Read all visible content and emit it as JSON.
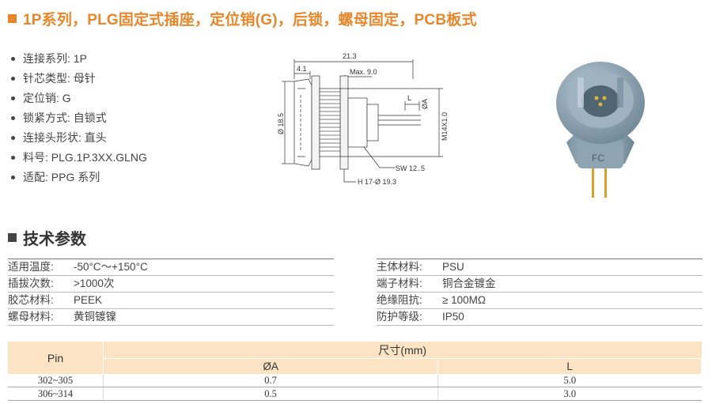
{
  "header": {
    "title": "1P系列，PLG固定式插座，定位销(G)，后锁，螺母固定，PCB板式"
  },
  "features": [
    "连接系列: 1P",
    "针芯类型: 母针",
    "定位销: G",
    "锁紧方式: 自锁式",
    "连接头形状: 直头",
    "料号: PLG.1P.3XX.GLNG",
    "适配: PPG 系列"
  ],
  "drawing": {
    "dim_overall": "21.3",
    "dim_front": "4.1",
    "dim_max": "Max. 9.0",
    "dim_dia": "Ø 18.5",
    "dim_L": "L",
    "dim_A": "ØA",
    "dim_thread": "M14X1.0",
    "dim_sw": "SW 12..5",
    "dim_hex": "H 17-Ø 19.3"
  },
  "photo": {
    "marking": "FC"
  },
  "section": {
    "title": "技术参数"
  },
  "params_left": [
    {
      "key": "适用温度:",
      "value": "-50°C～+150°C"
    },
    {
      "key": "插拔次数:",
      "value": ">1000次"
    },
    {
      "key": "胶芯材料:",
      "value": "PEEK"
    },
    {
      "key": "螺母材料:",
      "value": "黄铜镀镍"
    }
  ],
  "params_right": [
    {
      "key": "主体材料:",
      "value": "PSU"
    },
    {
      "key": "端子材料:",
      "value": "铜合金镀金"
    },
    {
      "key": "绝缘阻抗:",
      "value": "≥ 100MΩ"
    },
    {
      "key": "防护等级:",
      "value": "IP50"
    }
  ],
  "pin_table": {
    "pin_header": "Pin",
    "size_header": "尺寸(mm)",
    "col_a": "ØA",
    "col_l": "L",
    "rows": [
      {
        "pin": "302~305",
        "a": "0.7",
        "l": "5.0"
      },
      {
        "pin": "306~314",
        "a": "0.5",
        "l": "3.0"
      }
    ]
  },
  "colors": {
    "accent": "#e8862a",
    "table_header": "#fbe3c4"
  }
}
